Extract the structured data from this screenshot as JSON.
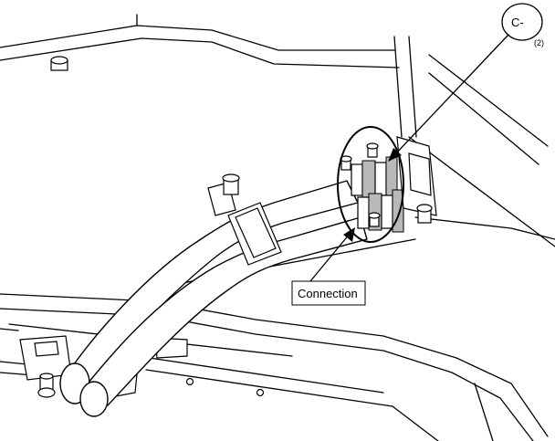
{
  "callout": {
    "code": "C-",
    "count": "(2)"
  },
  "label": {
    "text": "Connection"
  }
}
